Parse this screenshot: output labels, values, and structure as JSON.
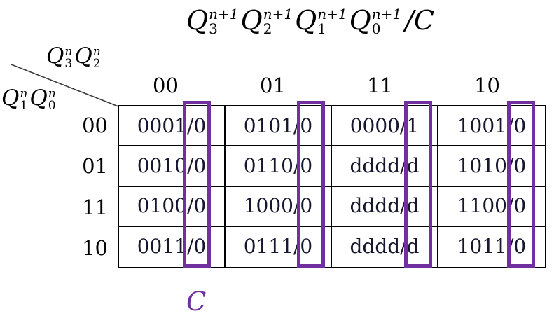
{
  "title": {
    "terms": [
      {
        "base": "Q",
        "sup": "n+1",
        "sub": "3"
      },
      {
        "base": "Q",
        "sup": "n+1",
        "sub": "2"
      },
      {
        "base": "Q",
        "sup": "n+1",
        "sub": "1"
      },
      {
        "base": "Q",
        "sup": "n+1",
        "sub": "0"
      }
    ],
    "suffix": "/C"
  },
  "axes": {
    "col_label": {
      "terms": [
        {
          "base": "Q",
          "sup": "n",
          "sub": "3"
        },
        {
          "base": "Q",
          "sup": "n",
          "sub": "2"
        }
      ]
    },
    "row_label": {
      "terms": [
        {
          "base": "Q",
          "sup": "n",
          "sub": "1"
        },
        {
          "base": "Q",
          "sup": "n",
          "sub": "0"
        }
      ]
    }
  },
  "kmap": {
    "col_headers": [
      "00",
      "01",
      "11",
      "10"
    ],
    "row_headers": [
      "00",
      "01",
      "11",
      "10"
    ],
    "rows": [
      [
        "0001/0",
        "0101/0",
        "0000/1",
        "1001/0"
      ],
      [
        "0010/0",
        "0110/0",
        "dddd/d",
        "1010/0"
      ],
      [
        "0100/0",
        "1000/0",
        "dddd/d",
        "1100/0"
      ],
      [
        "0011/0",
        "0111/0",
        "dddd/d",
        "1011/0"
      ]
    ]
  },
  "annotation": {
    "group_label": "C",
    "highlight_color": "#7030a0"
  }
}
